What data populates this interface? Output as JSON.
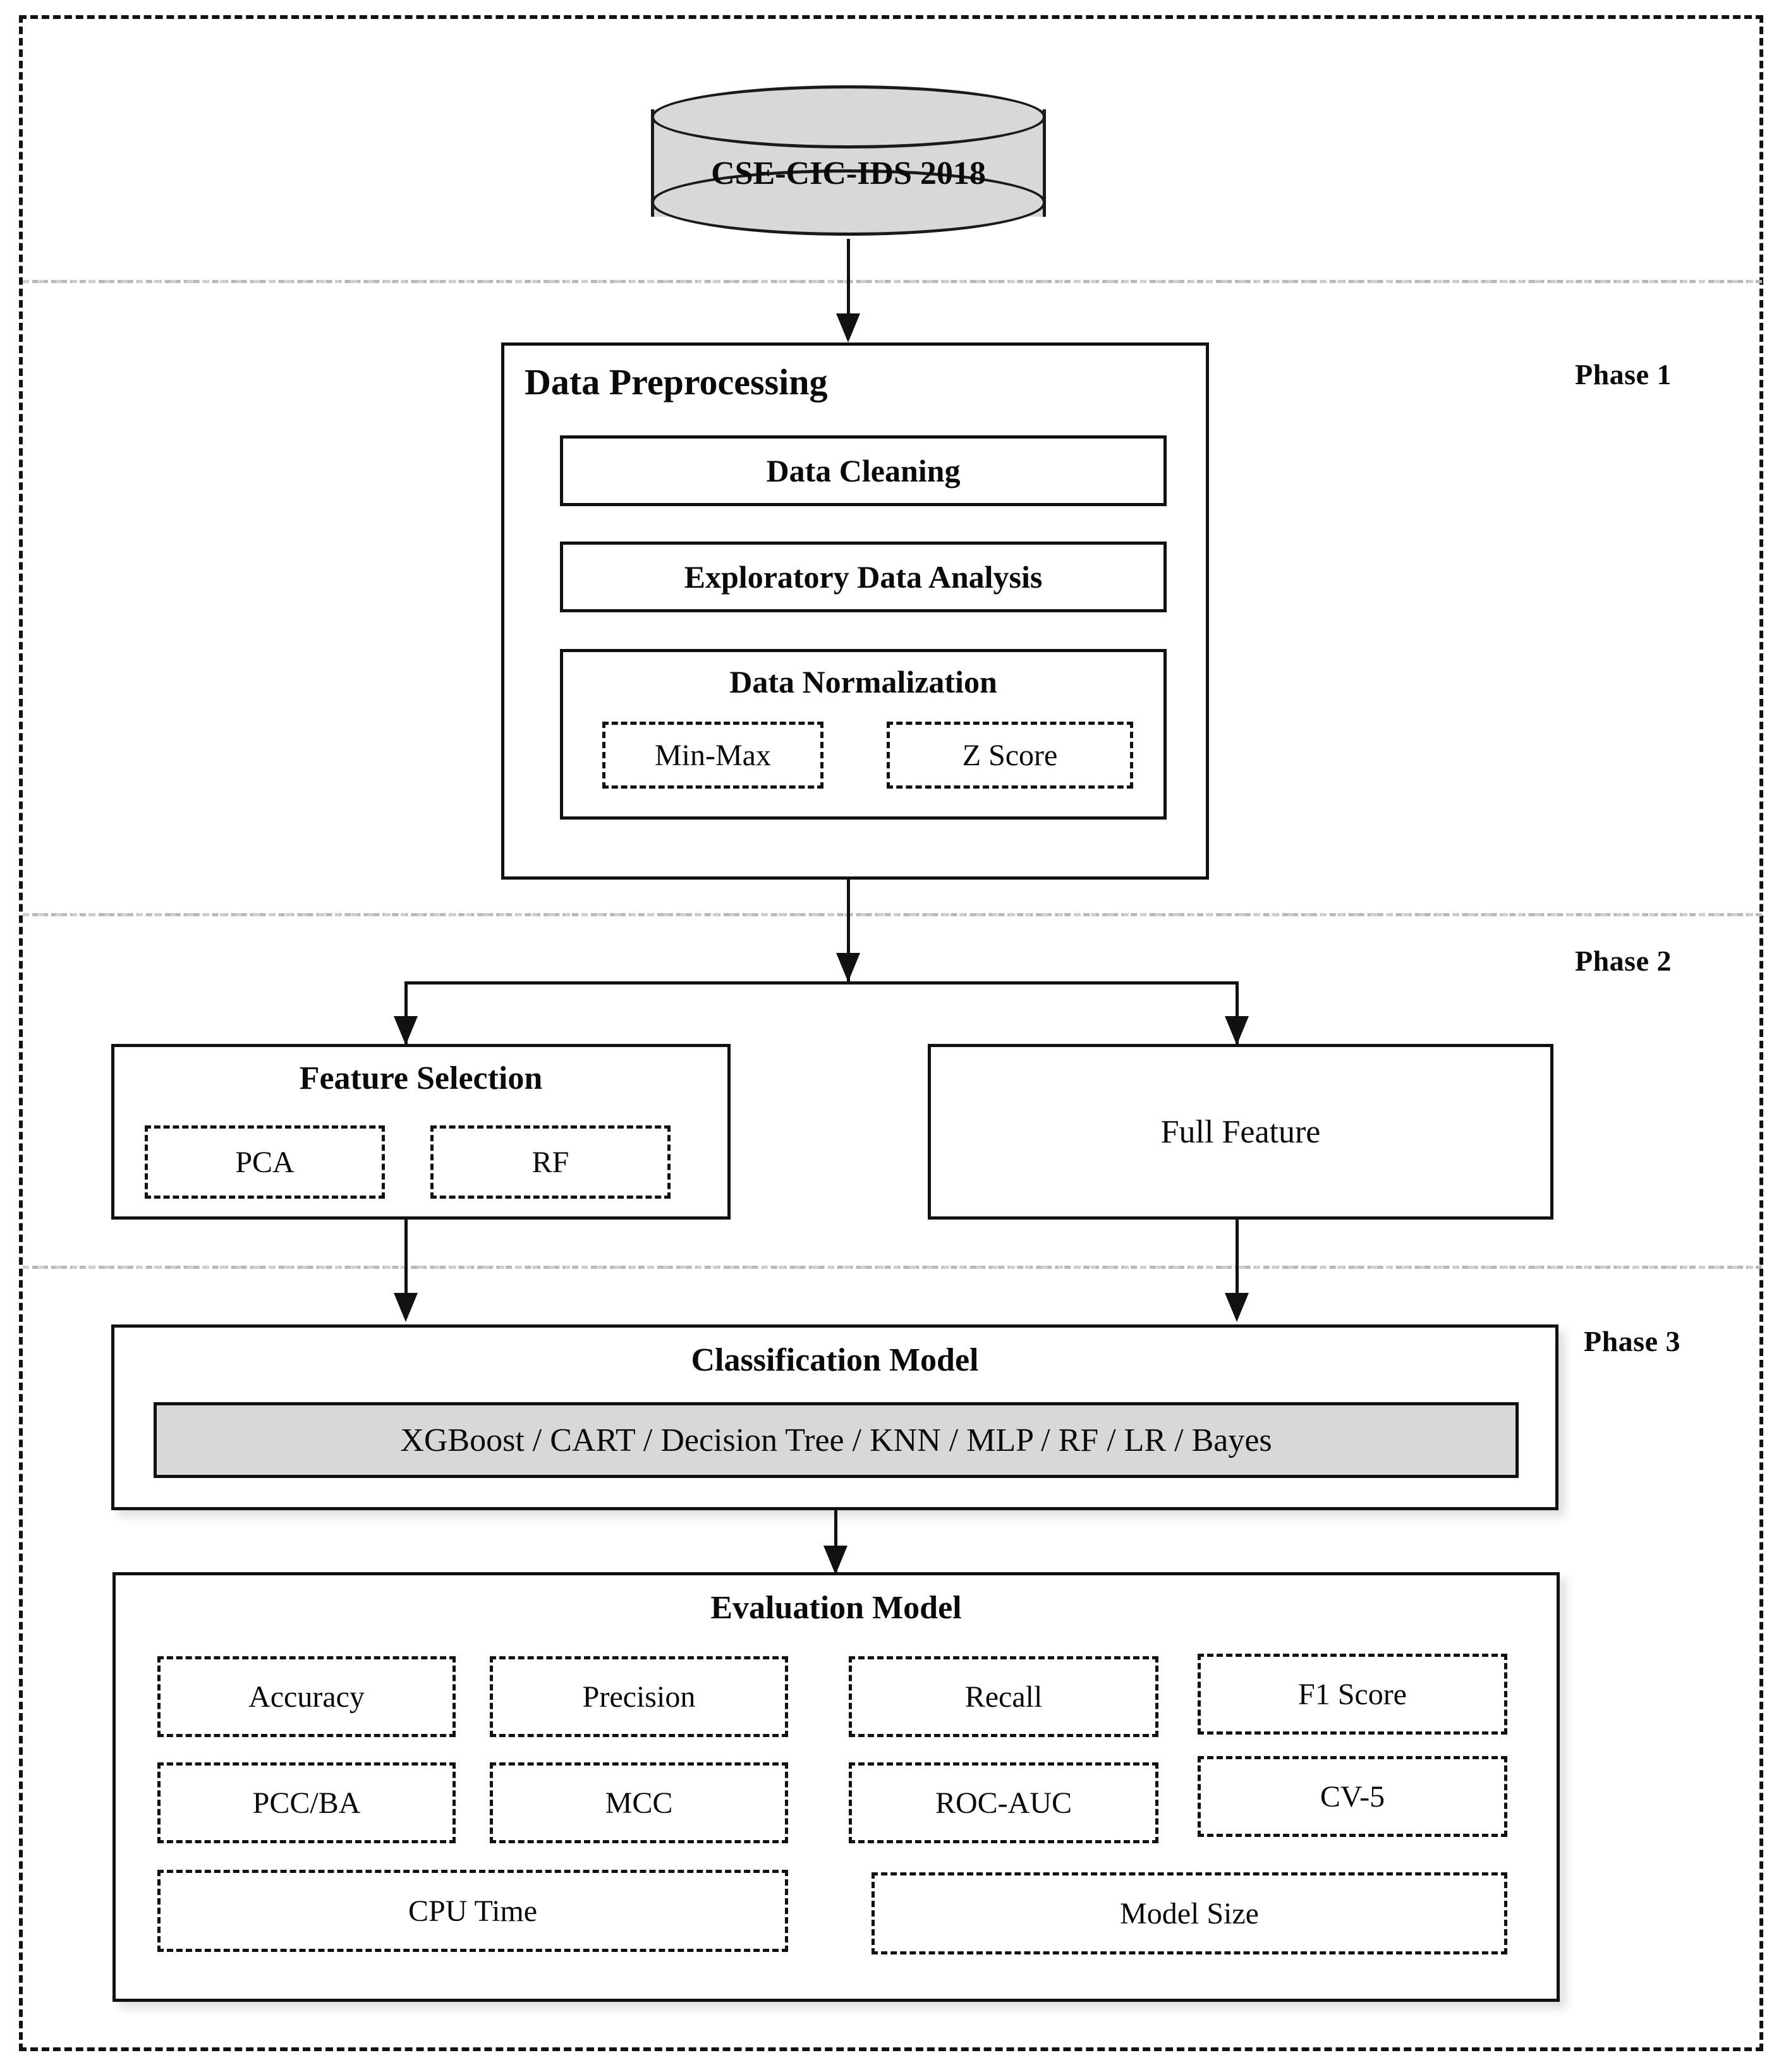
{
  "diagram": {
    "title": "Three-phase intrusion detection methodology flowchart",
    "phases": [
      {
        "label": "Phase 1"
      },
      {
        "label": "Phase 2"
      },
      {
        "label": "Phase 3"
      }
    ],
    "dataset": {
      "label": "CSE-CIC-IDS  2018",
      "shape": "cylinder",
      "fill": "#d8d8d8"
    },
    "preprocessing": {
      "title": "Data Preprocessing",
      "steps": [
        {
          "label": "Data Cleaning"
        },
        {
          "label": "Exploratory Data Analysis"
        }
      ],
      "normalization": {
        "title": "Data Normalization",
        "methods": [
          {
            "label": "Min-Max"
          },
          {
            "label": "Z Score"
          }
        ]
      }
    },
    "feature_selection": {
      "title": "Feature Selection",
      "methods": [
        {
          "label": "PCA"
        },
        {
          "label": "RF"
        }
      ]
    },
    "full_feature": {
      "label": "Full Feature"
    },
    "classification": {
      "title": "Classification  Model",
      "models_label": "XGBoost / CART / Decision Tree / KNN / MLP / RF / LR / Bayes",
      "models_fill": "#d8d8d8"
    },
    "evaluation": {
      "title": "Evaluation Model",
      "metrics_row1": [
        {
          "label": "Accuracy"
        },
        {
          "label": "Precision"
        },
        {
          "label": "Recall"
        },
        {
          "label": "F1 Score"
        }
      ],
      "metrics_row2": [
        {
          "label": "PCC/BA"
        },
        {
          "label": "MCC"
        },
        {
          "label": "ROC-AUC"
        },
        {
          "label": "CV-5"
        }
      ],
      "metrics_row3": [
        {
          "label": "CPU Time"
        },
        {
          "label": "Model Size"
        }
      ]
    },
    "colors": {
      "stroke": "#111111",
      "gray_fill": "#d8d8d8",
      "divider": "#b9b9b9",
      "background": "#ffffff"
    }
  }
}
